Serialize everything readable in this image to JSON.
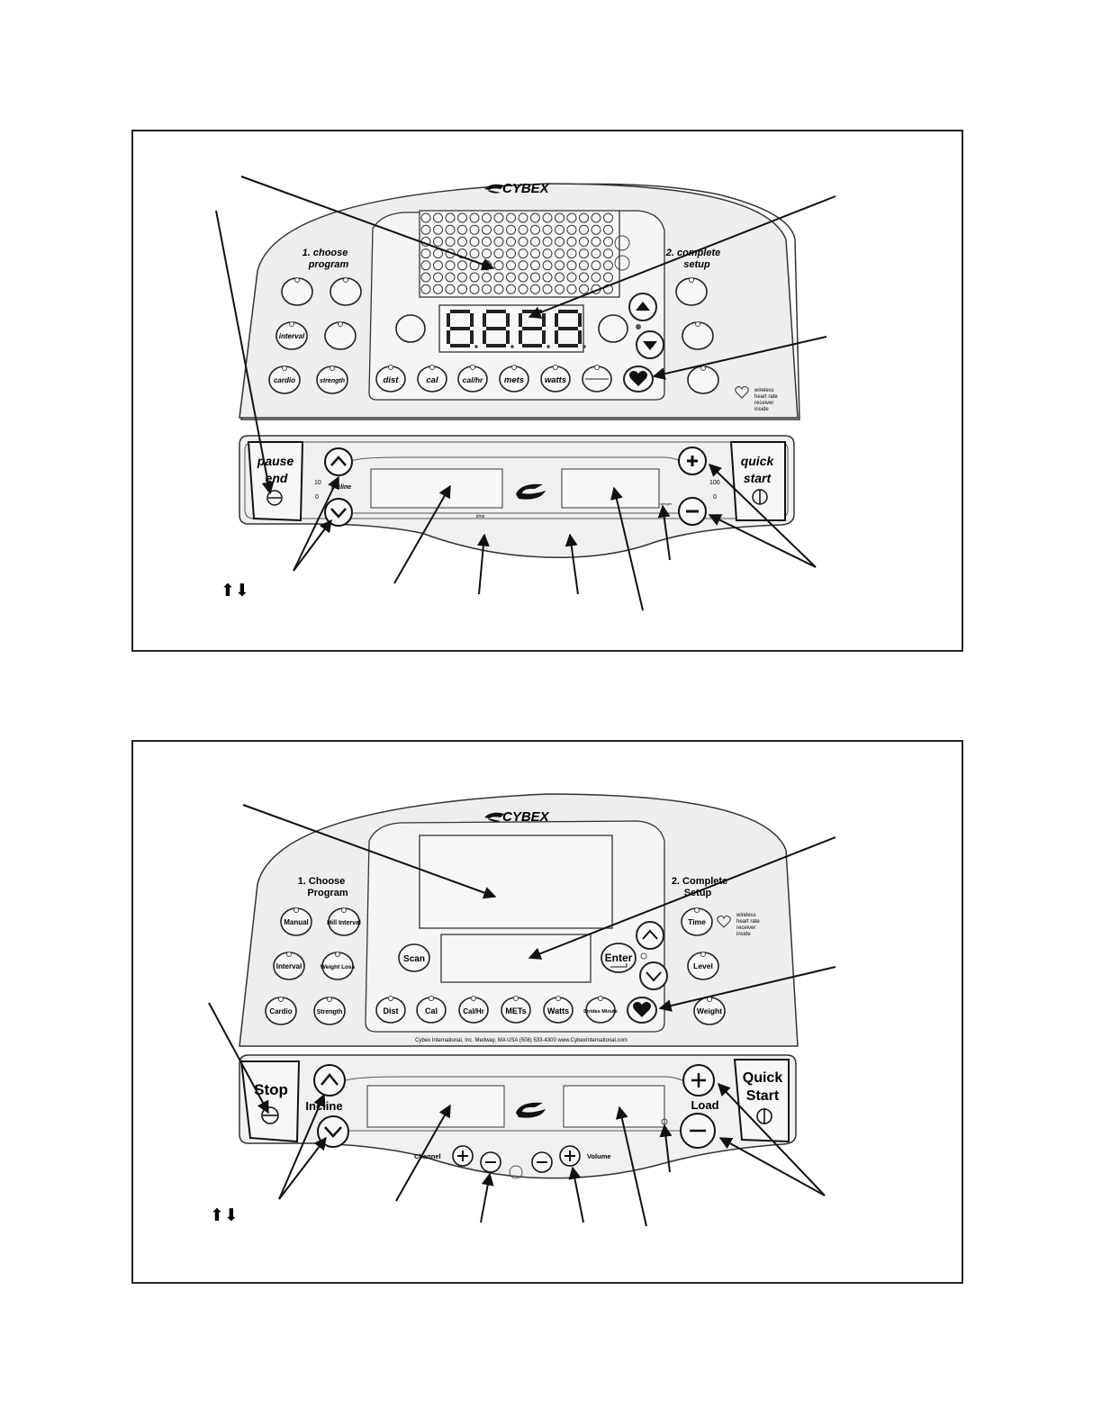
{
  "figure1": {
    "brand": "CYBEX",
    "step1": [
      "1.  choose",
      "program"
    ],
    "step2": [
      "2.  complete",
      "setup"
    ],
    "program_buttons": [
      "",
      "",
      "interval",
      "",
      "cardio",
      "strength"
    ],
    "metric_buttons": [
      "dist",
      "cal",
      "cal/hr",
      "mets",
      "watts",
      "",
      ""
    ],
    "wireless_label": [
      "wireless",
      "heart rate",
      "receiver",
      "inside"
    ],
    "pause_end": [
      "pause",
      "end"
    ],
    "quick_start": [
      "quick",
      "start"
    ],
    "incline_label": "incline",
    "incline_scale": [
      "10",
      "0"
    ],
    "load_scale": [
      "100",
      "0"
    ],
    "time_label": "time",
    "strength_label": "strength",
    "arrow_symbols": "⬆⬇"
  },
  "figure2": {
    "brand": "CYBEX",
    "step1": [
      "1. Choose",
      "Program"
    ],
    "step2": [
      "2. Complete",
      "Setup"
    ],
    "program_buttons": [
      "Manual",
      "Hill Interval",
      "Interval",
      "Weight Loss",
      "Cardio",
      "Strength"
    ],
    "setup_buttons": [
      "Time",
      "Level",
      "Weight"
    ],
    "scan_label": "Scan",
    "enter_label": "Enter",
    "metric_buttons": [
      "Dist",
      "Cal",
      "Cal/Hr",
      "METs",
      "Watts",
      "Strides Minute",
      ""
    ],
    "wireless_label": [
      "wireless",
      "heart rate",
      "receiver",
      "inside"
    ],
    "footer": "Cybex International, Inc.  Medway, MA  USA   (508) 533-4300   www.CybexInternational.com",
    "stop_label": "Stop",
    "incline_label": "Incline",
    "load_label": "Load",
    "quick_start": [
      "Quick",
      "Start"
    ],
    "channel_label": "Channel",
    "volume_label": "Volume",
    "arrow_symbols": "⬆⬇"
  }
}
